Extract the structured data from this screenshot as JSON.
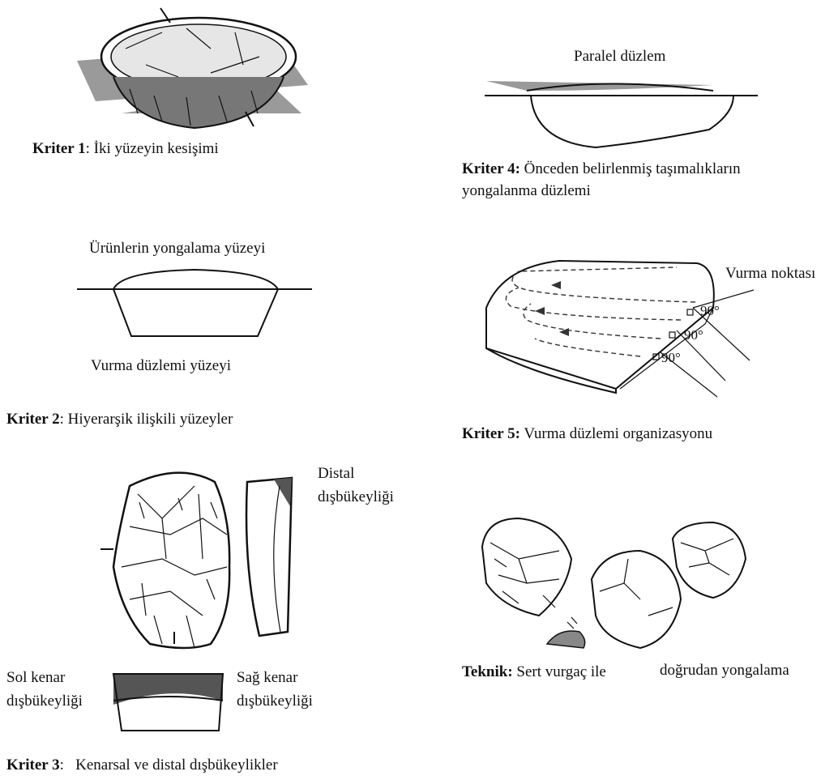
{
  "criteria": {
    "c1": {
      "label": "Kriter 1",
      "sep": ": ",
      "text": "İki yüzeyin kesişimi"
    },
    "c2": {
      "label": "Kriter 2",
      "sep": ": ",
      "text": "Hiyerarşik ilişkili yüzeyler",
      "top_label": "Ürünlerin yongalama yüzeyi",
      "bottom_label": "Vurma düzlemi yüzeyi"
    },
    "c3": {
      "label": "Kriter 3",
      "sep": ":   ",
      "text": "Kenarsal ve distal dışbükeylikler",
      "distal_line1": "Distal",
      "distal_line2": "dışbükeyliği",
      "left_line1": "Sol kenar",
      "left_line2": "dışbükeyliği",
      "right_line1": "Sağ kenar",
      "right_line2": "dışbükeyliği"
    },
    "c4": {
      "label": "Kriter 4:",
      "text_line1": " Önceden belirlenmiş taşımalıkların",
      "text_line2": "yongalanma düzlemi",
      "top_label": "Paralel düzlem"
    },
    "c5": {
      "label": "Kriter 5:",
      "text": " Vurma düzlemi organizasyonu",
      "point_label": "Vurma noktası",
      "angle1": "90°",
      "angle2": "90°",
      "angle3": "90°"
    },
    "tech": {
      "label": "Teknik:",
      "text": " Sert vurgaç ile",
      "text2": "doğrudan yongalama"
    }
  }
}
